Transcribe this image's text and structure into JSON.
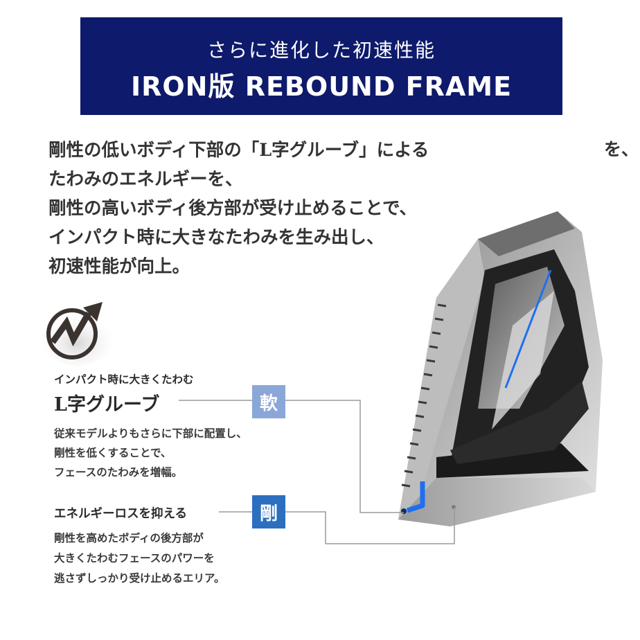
{
  "banner": {
    "subtitle": "さらに進化した初速性能",
    "title": "IRON版 REBOUND FRAME"
  },
  "intro": {
    "lines": [
      "剛性の低いボディ下部の「L字グルーブ」による",
      "たわみのエネルギーを、",
      "剛性の高いボディ後方部が受け止めることで、",
      "インパクト時に大きなたわみを生み出し、",
      "初速性能が向上。"
    ],
    "stray_fragment": "を、"
  },
  "feature_soft": {
    "caption": "インパクト時に大きくたわむ",
    "title": "L字グルーブ",
    "tag": "軟",
    "tag_color": "#8aa7d8",
    "description": [
      "従来モデルよりもさらに下部に配置し、",
      "剛性を低くすることで、",
      "フェースのたわみを増幅。"
    ]
  },
  "feature_rigid": {
    "title": "エネルギーロスを抑える",
    "tag": "剛",
    "tag_color": "#2c6fbf",
    "description": [
      "剛性を高めたボディの後方部が",
      "大きくたわむフェースのパワーを",
      "逃さずしっかり受け止めるエリア。"
    ]
  },
  "colors": {
    "banner_bg": "#0e1a6b",
    "groove_highlight": "#1e6ff0"
  },
  "icons": {
    "logo": "rising-arrow-emblem-icon",
    "product": "iron-club-head-cutaway"
  }
}
